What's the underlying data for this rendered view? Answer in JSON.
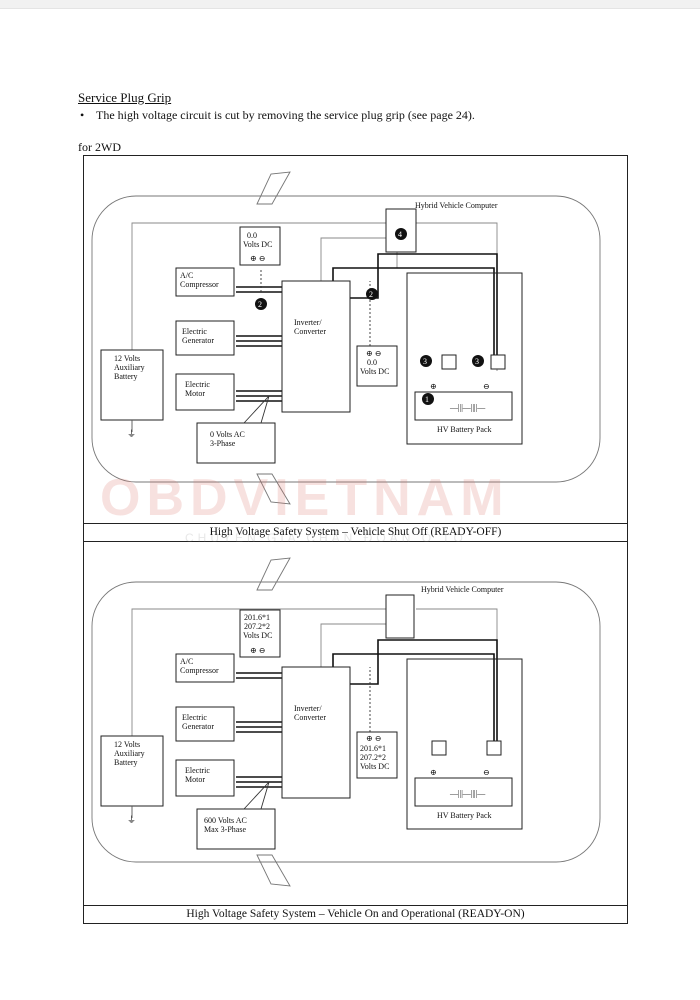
{
  "page": {
    "heading": "Service Plug Grip",
    "bullet": "The high voltage circuit is cut by removing the service plug grip (see page 24).",
    "variant_label": "for 2WD"
  },
  "watermark": {
    "brand": "OBDVIETNAM",
    "tagline": "CHUYÊN GIA CHẨN ĐOÁN Ô TÔ"
  },
  "diagram_ready_off": {
    "caption": "High Voltage Safety System – Vehicle Shut Off (READY-OFF)",
    "hv_computer": "Hybrid Vehicle Computer",
    "ac_compressor": [
      "A/C",
      "Compressor"
    ],
    "generator": [
      "Electric",
      "Generator"
    ],
    "motor": [
      "Electric",
      "Motor"
    ],
    "inverter": [
      "Inverter/",
      "Converter"
    ],
    "aux_battery": [
      "12 Volts",
      "Auxiliary",
      "Battery"
    ],
    "hv_battery": "HV Battery Pack",
    "meter_top": [
      "0.0",
      "Volts DC"
    ],
    "meter_mid": [
      "0.0",
      "Volts DC"
    ],
    "phase_box": [
      "0 Volts AC",
      "3-Phase"
    ],
    "callouts": [
      "1",
      "2",
      "2",
      "3",
      "3",
      "4"
    ]
  },
  "diagram_ready_on": {
    "caption": "High Voltage Safety System – Vehicle On and Operational (READY-ON)",
    "hv_computer": "Hybrid Vehicle Computer",
    "ac_compressor": [
      "A/C",
      "Compressor"
    ],
    "generator": [
      "Electric",
      "Generator"
    ],
    "motor": [
      "Electric",
      "Motor"
    ],
    "inverter": [
      "Inverter/",
      "Converter"
    ],
    "aux_battery": [
      "12 Volts",
      "Auxiliary",
      "Battery"
    ],
    "hv_battery": "HV Battery Pack",
    "meter_top": [
      "201.6*1",
      "207.2*2",
      "Volts DC"
    ],
    "meter_mid": [
      "201.6*1",
      "207.2*2",
      "Volts DC"
    ],
    "phase_box": [
      "600 Volts AC",
      "Max 3-Phase"
    ]
  }
}
